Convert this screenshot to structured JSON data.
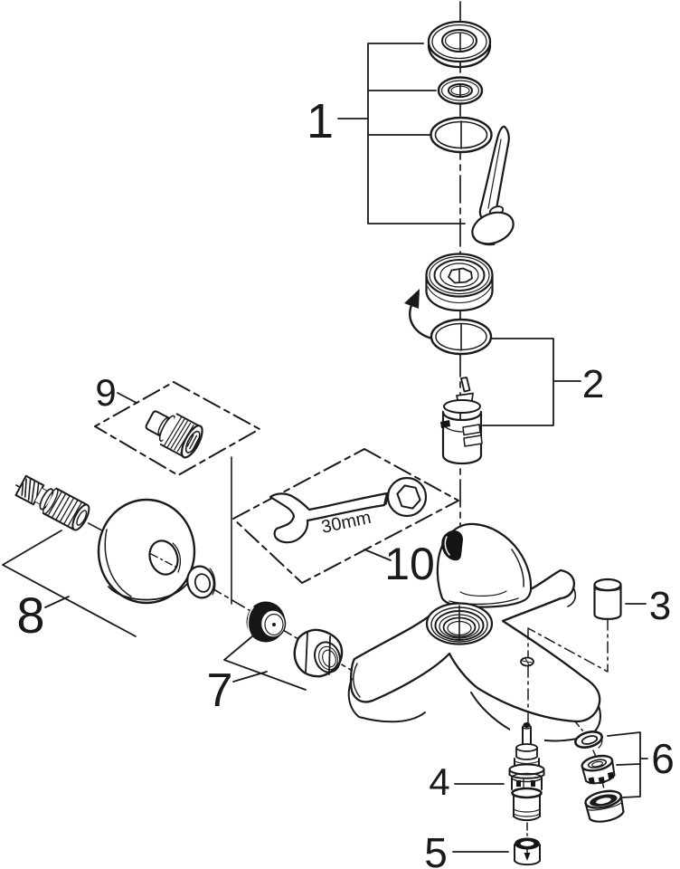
{
  "diagram": {
    "background_color": "#ffffff",
    "line_color": "#1a1a1a",
    "callouts": [
      {
        "id": "1",
        "text": "1",
        "part": "handle-assembly"
      },
      {
        "id": "2",
        "text": "2",
        "part": "cartridge-with-oring"
      },
      {
        "id": "3",
        "text": "3",
        "part": "screw-cover-plug"
      },
      {
        "id": "4",
        "text": "4",
        "part": "diverter-spindle"
      },
      {
        "id": "5",
        "text": "5",
        "part": "check-valve-insert"
      },
      {
        "id": "6",
        "text": "6",
        "part": "aerator-assembly"
      },
      {
        "id": "7",
        "text": "7",
        "part": "plug-and-nut"
      },
      {
        "id": "8",
        "text": "8",
        "part": "union-and-escutcheon"
      },
      {
        "id": "9",
        "text": "9",
        "part": "adapter-fitting"
      },
      {
        "id": "10",
        "text": "10",
        "part": "service-wrench"
      }
    ],
    "annotations": {
      "wrench_size": "30mm"
    }
  }
}
